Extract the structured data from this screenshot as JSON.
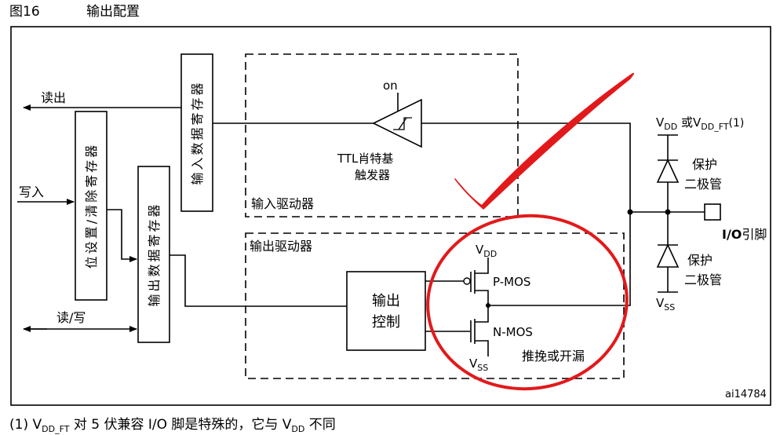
{
  "figure": {
    "number": "图16",
    "title": "输出配置"
  },
  "registers": {
    "input_data": "输入数据寄存器",
    "bit_set_reset": "位设置/清除寄存器",
    "output_data": "输出数据寄存器"
  },
  "signals": {
    "read_out": "读出",
    "write_in": "写入",
    "read_write": "读/写"
  },
  "input_driver": {
    "label": "输入驱动器",
    "on": "on",
    "schmitt_line1": "TTL肖特基",
    "schmitt_line2": "触发器"
  },
  "output_driver": {
    "label": "输出驱动器",
    "control_line1": "输出",
    "control_line2": "控制",
    "vdd": "V",
    "vdd_sub": "DD",
    "vss": "V",
    "vss_sub": "SS",
    "pmos": "P-MOS",
    "nmos": "N-MOS",
    "mode": "推挽或开漏"
  },
  "pin": {
    "supply_prefix": "V",
    "supply_sub1": "DD",
    "supply_or": " 或V",
    "supply_sub2": "DD_FT",
    "supply_note": "(1)",
    "diode_label_line1": "保护",
    "diode_label_line2": "二极管",
    "ground_prefix": "V",
    "ground_sub": "SS",
    "io_bold": "I/O",
    "io_rest": "引脚"
  },
  "reference": "ai14784",
  "footnote": {
    "marker": "(1) V",
    "sub1": "DD_FT",
    "middle": " 对 5 伏兼容 I/O 脚是特殊的，它与 V",
    "sub2": "DD",
    "end": " 不同"
  },
  "annotations": {
    "checkmark_color": "#e2191b",
    "circle_color": "#e2191b"
  }
}
